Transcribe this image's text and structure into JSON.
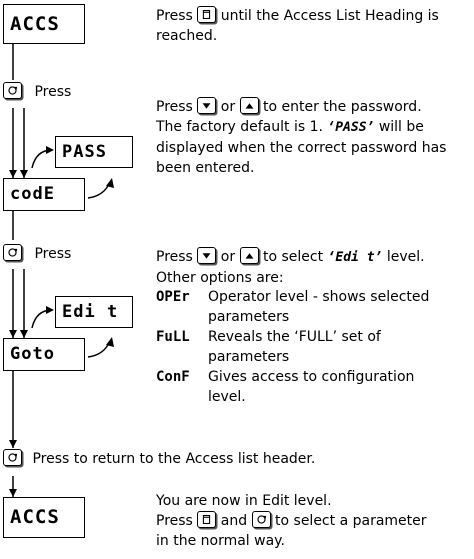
{
  "displays": {
    "accs_top": "ACCS",
    "pass": "PASS",
    "code": "codE",
    "edit": "Edi t",
    "goto": "Goto",
    "accs_bottom": "ACCS"
  },
  "left_labels": {
    "press1": "Press",
    "press2": "Press"
  },
  "step1": {
    "before": "Press",
    "after": "until the Access List Heading is",
    "line2": "reached."
  },
  "step2": {
    "before": "Press",
    "mid": "or",
    "after": "to enter the password.",
    "line2": "The factory default is 1.",
    "pass_token": "‘PASS’",
    "line2_after": "will be",
    "line3": "displayed when the correct password has",
    "line4": "been entered."
  },
  "step3": {
    "before": "Press",
    "mid": "or",
    "after_pre": "to select",
    "edit_token": "‘Edi t’",
    "after_post": "level.",
    "options_heading": "Other options are:",
    "options": [
      {
        "term": "OPEr",
        "desc1": "Operator level - shows selected",
        "desc2": "parameters"
      },
      {
        "term": "FuLL",
        "desc1": "Reveals the ‘FULL’ set of",
        "desc2": "parameters"
      },
      {
        "term": "ConF",
        "desc1": "Gives access to configuration",
        "desc2": "level."
      }
    ]
  },
  "step4": {
    "text": "Press to return to the Access list header."
  },
  "step5": {
    "line1": "You are now in Edit level.",
    "before": "Press",
    "mid": "and",
    "after": "to select a parameter",
    "line3": "in the normal way."
  },
  "icons": {
    "page_button": "page-button-icon",
    "down_button": "down-arrow-button-icon",
    "up_button": "up-arrow-button-icon",
    "scroll_button": "scroll-button-icon"
  }
}
